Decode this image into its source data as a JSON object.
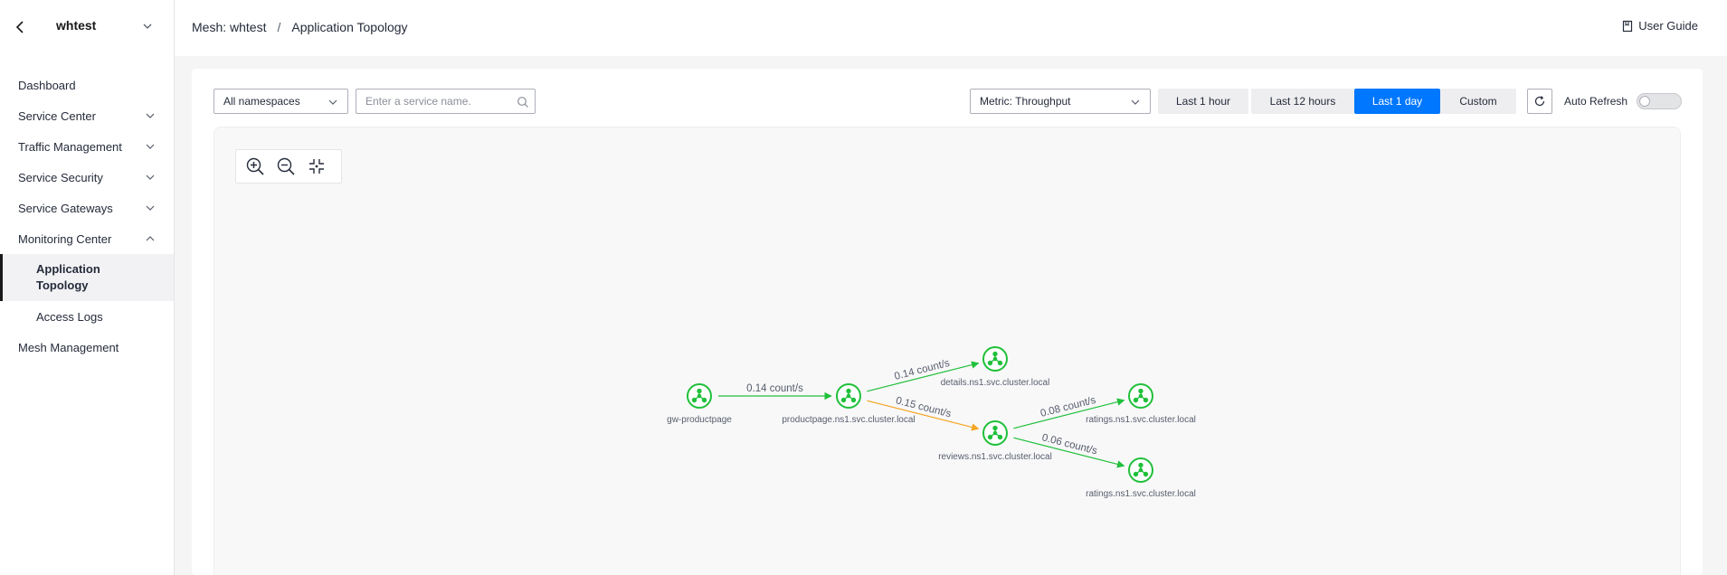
{
  "sidebar": {
    "title": "whtest",
    "items": [
      {
        "label": "Dashboard"
      },
      {
        "label": "Service Center"
      },
      {
        "label": "Traffic Management"
      },
      {
        "label": "Service Security"
      },
      {
        "label": "Service Gateways"
      },
      {
        "label": "Monitoring Center"
      },
      {
        "label": "Application Topology"
      },
      {
        "label": "Access Logs"
      },
      {
        "label": "Mesh Management"
      }
    ]
  },
  "header": {
    "breadcrumb": [
      "Mesh: whtest",
      "/",
      "Application Topology"
    ],
    "user_guide": "User Guide"
  },
  "toolbar": {
    "namespace_select": "All namespaces",
    "search_placeholder": "Enter a service name.",
    "metric_select": "Metric: Throughput",
    "time_ranges": [
      "Last 1 hour",
      "Last 12 hours",
      "Last 1 day",
      "Custom"
    ],
    "active_time_range": "Last 1 day",
    "auto_refresh_label": "Auto Refresh",
    "auto_refresh_on": false
  },
  "topology": {
    "nodes": [
      {
        "id": "gw",
        "label": "gw-productpage"
      },
      {
        "id": "pp",
        "label": "productpage.ns1.svc.cluster.local"
      },
      {
        "id": "details",
        "label": "details.ns1.svc.cluster.local"
      },
      {
        "id": "reviews",
        "label": "reviews.ns1.svc.cluster.local"
      },
      {
        "id": "ratings1",
        "label": "ratings.ns1.svc.cluster.local"
      },
      {
        "id": "ratings2",
        "label": "ratings.ns1.svc.cluster.local"
      }
    ],
    "edges": [
      {
        "from": "gw",
        "to": "pp",
        "label": "0.14 count/s",
        "status": "healthy"
      },
      {
        "from": "pp",
        "to": "details",
        "label": "0.14 count/s",
        "status": "healthy"
      },
      {
        "from": "pp",
        "to": "reviews",
        "label": "0.15 count/s",
        "status": "warning"
      },
      {
        "from": "reviews",
        "to": "ratings1",
        "label": "0.08 count/s",
        "status": "healthy"
      },
      {
        "from": "reviews",
        "to": "ratings2",
        "label": "0.06 count/s",
        "status": "healthy"
      }
    ],
    "colors": {
      "node": "#20c03a",
      "healthy": "#20c03a",
      "warning": "#f5a623",
      "accent": "#0077ff"
    }
  }
}
